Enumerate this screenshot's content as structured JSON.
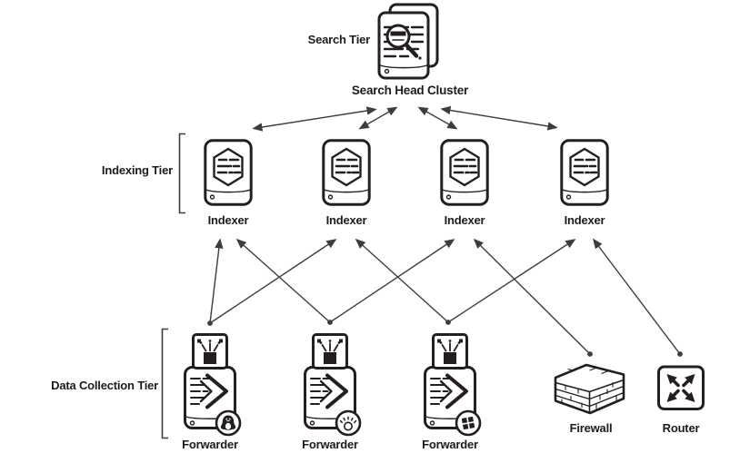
{
  "app": {
    "type": "architecture-diagram",
    "background": "#ffffff",
    "ink_color": "#231f20",
    "line_color": "#3d3d3d"
  },
  "labels": {
    "search_tier": "Search Tier",
    "search_head_cluster": "Search Head Cluster",
    "indexing_tier": "Indexing Tier",
    "indexer": "Indexer",
    "data_collection_tier": "Data Collection Tier",
    "forwarder": "Forwarder",
    "firewall": "Firewall",
    "router": "Router"
  },
  "icons": {
    "search_head_cluster": "stacked-documents-magnifier-icon",
    "indexer": "server-hexagon-database-icon",
    "forwarder": "usb-stick-forward-arrow-icon",
    "forwarder_badges": [
      "linux-penguin-badge",
      "sun-os-badge",
      "windows-logo-badge"
    ],
    "firewall": "isometric-brick-wall-icon",
    "router": "square-crossed-arrows-icon"
  },
  "structure": {
    "nodes": [
      {
        "id": "search-head-cluster",
        "label": "Search Head Cluster",
        "tier": "Search Tier"
      },
      {
        "id": "indexer-1",
        "label": "Indexer",
        "tier": "Indexing Tier"
      },
      {
        "id": "indexer-2",
        "label": "Indexer",
        "tier": "Indexing Tier"
      },
      {
        "id": "indexer-3",
        "label": "Indexer",
        "tier": "Indexing Tier"
      },
      {
        "id": "indexer-4",
        "label": "Indexer",
        "tier": "Indexing Tier"
      },
      {
        "id": "forwarder-1",
        "label": "Forwarder",
        "tier": "Data Collection Tier",
        "badge": "linux"
      },
      {
        "id": "forwarder-2",
        "label": "Forwarder",
        "tier": "Data Collection Tier",
        "badge": "sun-os"
      },
      {
        "id": "forwarder-3",
        "label": "Forwarder",
        "tier": "Data Collection Tier",
        "badge": "windows"
      },
      {
        "id": "firewall",
        "label": "Firewall",
        "tier": "Data Collection Tier"
      },
      {
        "id": "router",
        "label": "Router",
        "tier": "Data Collection Tier"
      }
    ],
    "edges": [
      {
        "from": "search-head-cluster",
        "to": "indexer-1",
        "direction": "bidirectional"
      },
      {
        "from": "search-head-cluster",
        "to": "indexer-2",
        "direction": "bidirectional"
      },
      {
        "from": "search-head-cluster",
        "to": "indexer-3",
        "direction": "bidirectional"
      },
      {
        "from": "search-head-cluster",
        "to": "indexer-4",
        "direction": "bidirectional"
      },
      {
        "from": "forwarder-1",
        "to": "indexer-1",
        "direction": "to"
      },
      {
        "from": "forwarder-1",
        "to": "indexer-2",
        "direction": "to"
      },
      {
        "from": "forwarder-2",
        "to": "indexer-1",
        "direction": "to"
      },
      {
        "from": "forwarder-2",
        "to": "indexer-3",
        "direction": "to"
      },
      {
        "from": "forwarder-3",
        "to": "indexer-2",
        "direction": "to"
      },
      {
        "from": "forwarder-3",
        "to": "indexer-4",
        "direction": "to"
      },
      {
        "from": "firewall",
        "to": "indexer-3",
        "direction": "to"
      },
      {
        "from": "router",
        "to": "indexer-4",
        "direction": "to"
      }
    ]
  }
}
